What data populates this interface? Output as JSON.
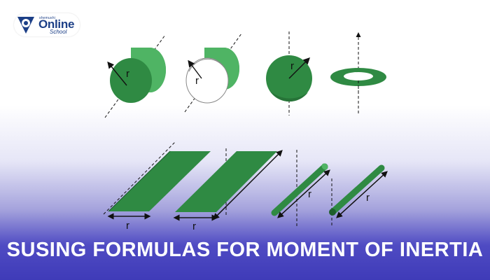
{
  "logo": {
    "small_text": "shemushi",
    "main_text": "Online",
    "sub_text": "School"
  },
  "diagram": {
    "radius_label": "r"
  },
  "title": "SUSING FORMULAS FOR MOMENT OF INERTIA",
  "colors": {
    "green_dark": "#2f8a43",
    "green_light": "#4fb464",
    "banner_blue": "#3f3bb8",
    "logo_blue": "#1c3f87"
  }
}
